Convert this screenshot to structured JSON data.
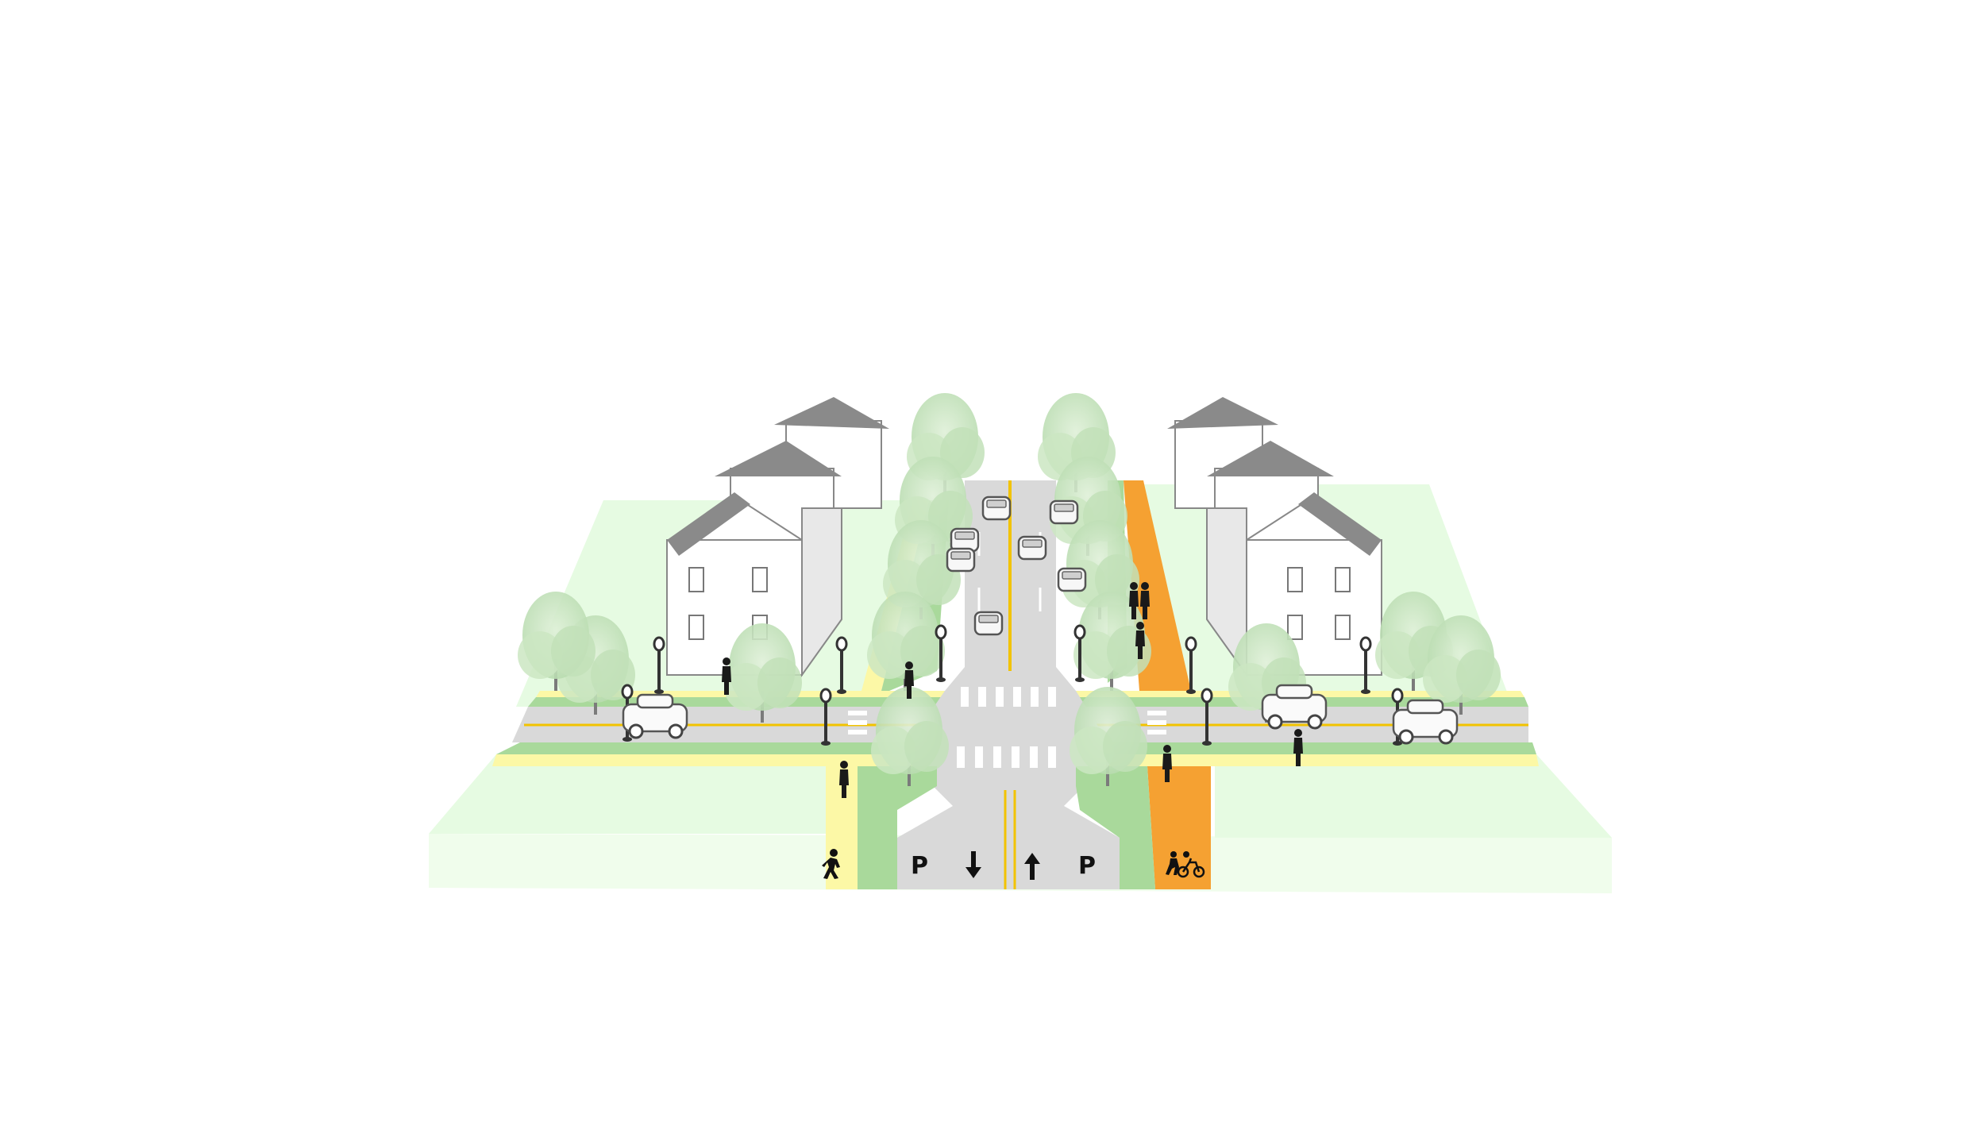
{
  "lanes": {
    "parking_left": "P",
    "parking_right": "P",
    "travel_down": "down-arrow",
    "travel_up": "up-arrow",
    "sidewalk_left": "pedestrian-icon",
    "shared_path_right": "pedestrian-bicycle-icon"
  },
  "colors": {
    "grass": "#e6fbe2",
    "grass_side": "#f0fdec",
    "planting_strip": "#a9d99b",
    "sidewalk": "#fcf8a6",
    "shared_path": "#f5a132",
    "road": "#d9d9d9",
    "road_side": "#cfcfcf",
    "center_line": "#f2c300",
    "building": "#ffffff",
    "roof": "#8a8a8a",
    "tree": "#c8e4c0"
  }
}
